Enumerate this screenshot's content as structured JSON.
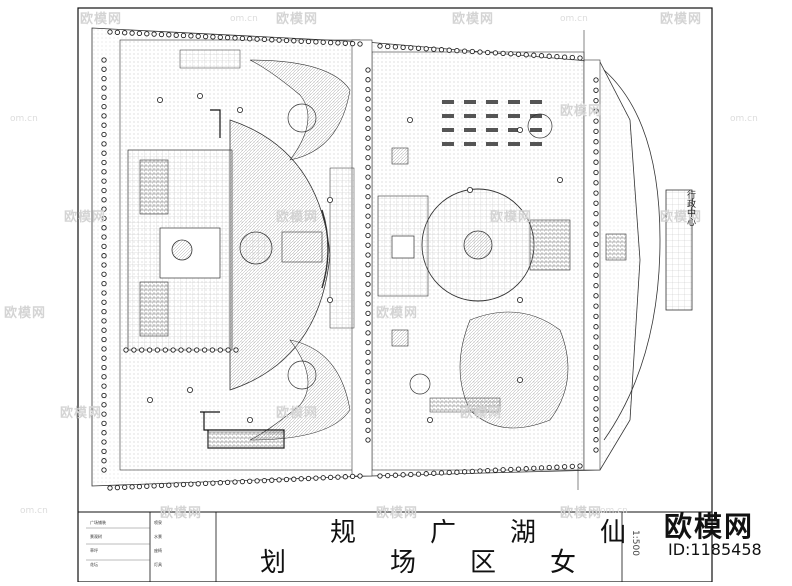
{
  "title_chars": [
    "仙",
    "女",
    "湖",
    "区",
    "广",
    "场",
    "规",
    "划"
  ],
  "admin_center_label": "行政中心",
  "scale_label": "1:500",
  "brand": {
    "name": "欧模网",
    "id": "ID:1185458"
  },
  "watermark": {
    "text": "欧模网",
    "url": "om.cn"
  },
  "legend_lines": [
    "广场铺装",
    "景观树",
    "草坪",
    "花坛",
    "喷泉",
    "水景",
    "座椅",
    "灯具"
  ],
  "colors": {
    "line": "#333333",
    "hatch": "#8a8a8a",
    "watermark": "#d4d4d4"
  }
}
